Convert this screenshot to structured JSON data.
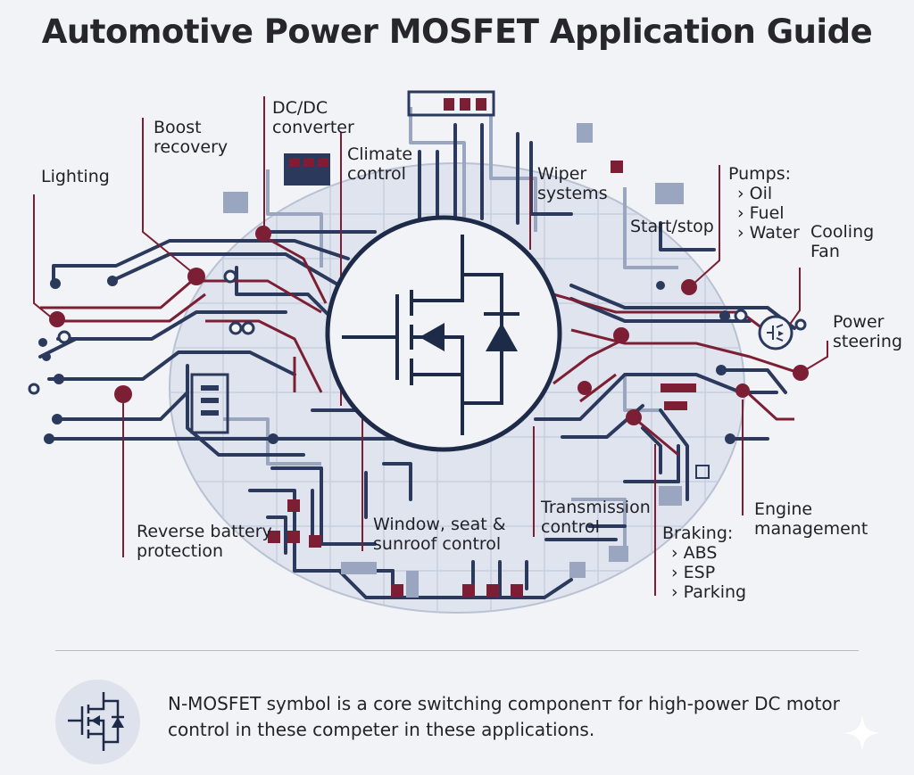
{
  "title": "Automotive Power MOSFET Application Guide",
  "labels": {
    "lighting": "Lighting",
    "boost_recovery": [
      "Boost",
      "recovery"
    ],
    "dcdc_converter": [
      "DC/DC",
      "converter"
    ],
    "climate_control": [
      "Climate",
      "control"
    ],
    "wiper_systems": [
      "Wiper",
      "systems"
    ],
    "start_stop": "Start/stop",
    "pumps": {
      "heading": "Pumps:",
      "items": [
        "› Oil",
        "› Fuel",
        "› Water"
      ]
    },
    "cooling_fan": [
      "Cooling",
      "Fan"
    ],
    "power_steering": [
      "Power",
      "steering"
    ],
    "reverse_battery": [
      "Reverse battery",
      "protection"
    ],
    "window_seat": [
      "Window, seat &",
      "sunroof control"
    ],
    "transmission": [
      "Transmission",
      "control"
    ],
    "braking": {
      "heading": "Braking:",
      "items": [
        "› ABS",
        "› ESP",
        "› Parking"
      ]
    },
    "engine_management": [
      "Engine",
      "management"
    ]
  },
  "footer": {
    "text": "N-MOSFET symbol is a core switching componenт for high-power DC motor control in these competer in these applications."
  },
  "colors": {
    "trace_navy": "#2b3a5c",
    "trace_light": "#9aa6bf",
    "accent_red": "#7c1f34",
    "board_fill": "#dfe4ee",
    "grid": "#c7cedd"
  }
}
